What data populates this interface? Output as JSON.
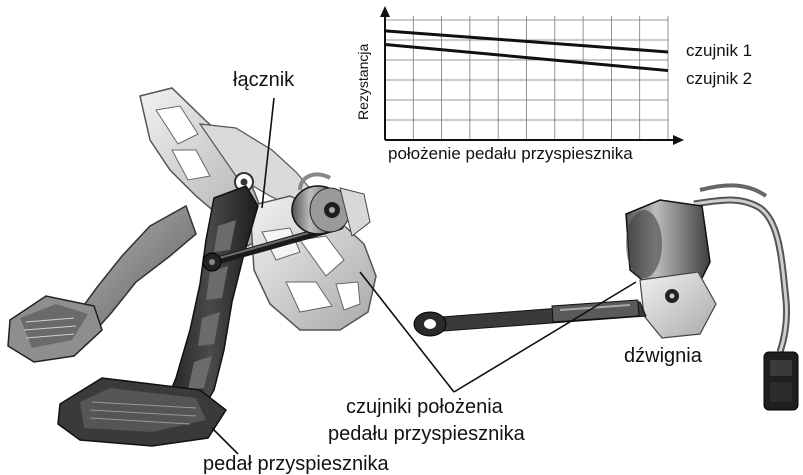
{
  "labels": {
    "connector": "łącznik",
    "lever": "dźwignia",
    "sensors_line1": "czujniki położenia",
    "sensors_line2": "pedału przyspiesznika",
    "pedal": "pedał przyspiesznika"
  },
  "chart_data": {
    "type": "line",
    "xlabel": "położenie pedału przyspiesznika",
    "ylabel": "Rezystancja",
    "xlim": [
      0,
      10
    ],
    "ylim": [
      0,
      10
    ],
    "grid": true,
    "legend": "right, inline at line ends",
    "series": [
      {
        "name": "czujnik 1",
        "x": [
          0,
          10
        ],
        "y": [
          8.8,
          7.1
        ]
      },
      {
        "name": "czujnik 2",
        "x": [
          0,
          10
        ],
        "y": [
          7.7,
          5.6
        ]
      }
    ]
  },
  "colors": {
    "ink": "#111111",
    "part_dark": "#2a2a2a",
    "part_mid": "#8a8a8a",
    "part_light": "#d0d0d0"
  }
}
